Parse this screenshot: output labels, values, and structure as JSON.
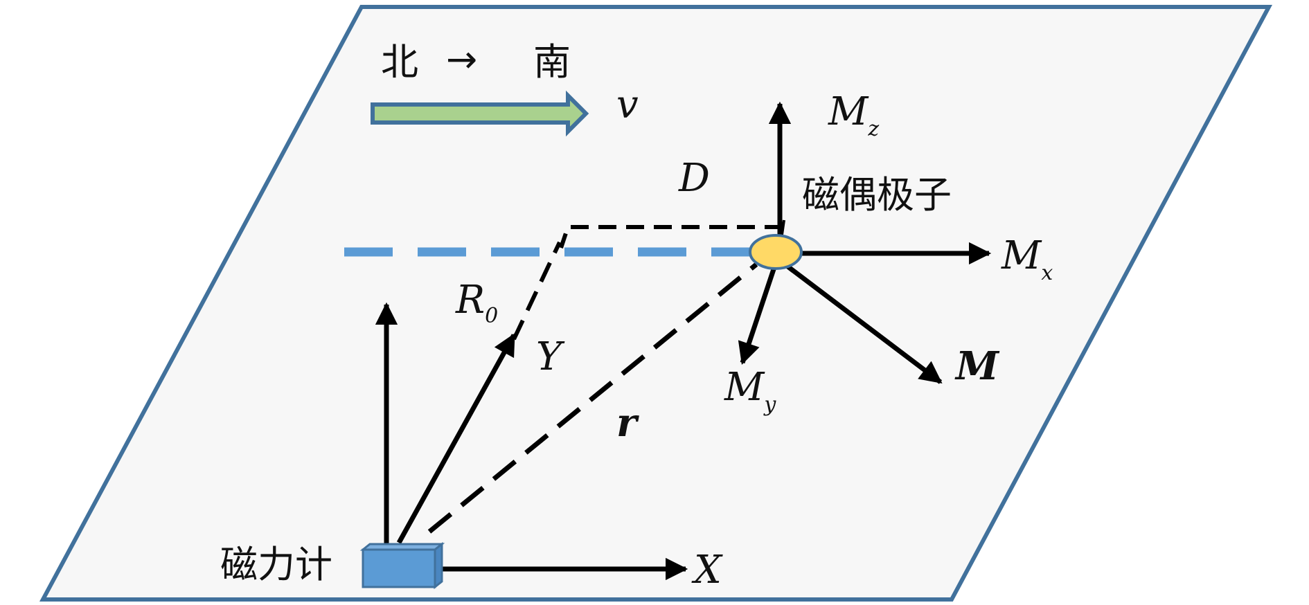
{
  "labels": {
    "north": "北",
    "arrow_glyph": "→",
    "south": "南",
    "velocity": "v",
    "mz": "M",
    "mz_sub": "z",
    "d": "D",
    "dipole": "磁偶极子",
    "mx": "M",
    "mx_sub": "x",
    "r0": "R",
    "r0_sub": "0",
    "y_axis": "Y",
    "my": "M",
    "my_sub": "y",
    "m_bold": "M",
    "r_bold": "r",
    "magnetometer": "磁力计",
    "x_axis": "X"
  },
  "colors": {
    "plane_fill": "#f7f7f7",
    "plane_border": "#41719c",
    "dashed_track": "#5b9bd5",
    "arrow_fill": "#a9d18e",
    "arrow_border": "#41719c",
    "dipole_fill": "#ffd966",
    "dipole_border": "#41719c",
    "box_front": "#5b9bd5",
    "box_top": "#7db0e0",
    "box_side": "#4a86c0",
    "vectors": "#000000"
  }
}
